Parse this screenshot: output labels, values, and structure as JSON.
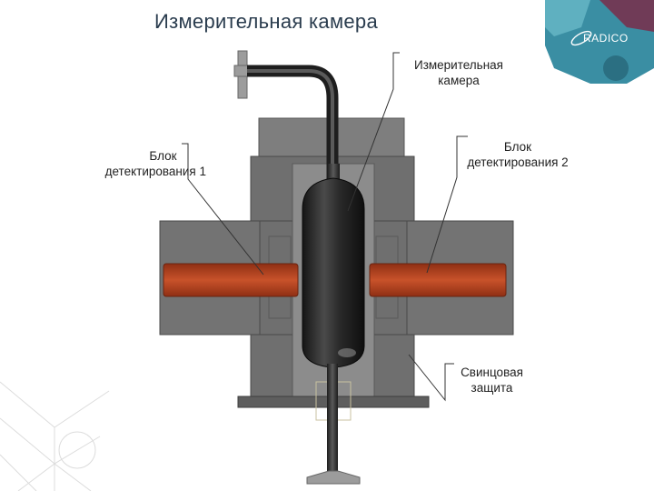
{
  "title": "Измерительная камера",
  "labels": {
    "measuring_chamber": [
      "Измерительная",
      "камера"
    ],
    "detection_block_1": [
      "Блок",
      "детектирования 1"
    ],
    "detection_block_2": [
      "Блок",
      "детектирования 2"
    ],
    "lead_shield": [
      "Свинцовая",
      "защита"
    ]
  },
  "logo": {
    "text": "RADICO"
  },
  "colors": {
    "shield_dark": "#6e6e6e",
    "shield_light": "#8a8a8a",
    "detector_crystal": "#b2401c",
    "chamber": "#2e2e2e",
    "logo_teal": "#3a8ea3"
  }
}
